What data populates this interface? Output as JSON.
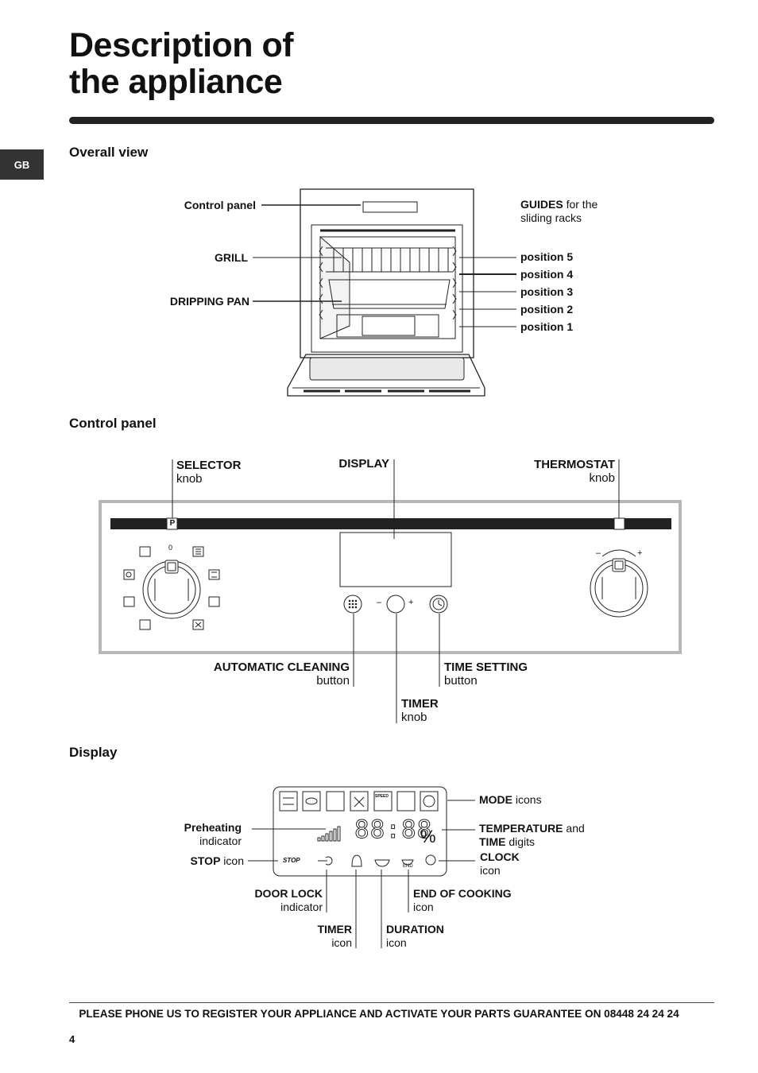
{
  "title": {
    "line1": "Description of",
    "line2": "the appliance"
  },
  "lang_tab": "GB",
  "sections": {
    "overall": "Overall view",
    "control": "Control panel",
    "display": "Display"
  },
  "overall_view": {
    "control_panel": "Control panel",
    "grill": "GRILL",
    "dripping_pan": "DRIPPING PAN",
    "guides_bold": "GUIDES",
    "guides_rest": " for the",
    "guides_line2": "sliding racks",
    "positions": [
      "position 5",
      "position 4",
      "position 3",
      "position 2",
      "position 1"
    ]
  },
  "control_panel": {
    "selector": "SELECTOR",
    "selector_sub": "knob",
    "display": "DISPLAY",
    "thermostat": "THERMOSTAT",
    "thermostat_sub": "knob",
    "auto_cleaning": "AUTOMATIC CLEANING",
    "auto_cleaning_sub": "button",
    "time_setting": "TIME SETTING",
    "time_setting_sub": "button",
    "timer": "TIMER",
    "timer_sub": "knob",
    "p_mark": "P",
    "zero": "0",
    "minus": "–",
    "plus": "+"
  },
  "display_section": {
    "mode_bold": "MODE",
    "mode_rest": " icons",
    "preheating": "Preheating",
    "preheating_sub": "indicator",
    "temp_bold": "TEMPERATURE",
    "temp_and": " and",
    "time_bold": "TIME",
    "time_rest": " digits",
    "stop_bold": "STOP",
    "stop_rest": " icon",
    "clock": "CLOCK",
    "clock_sub": "icon",
    "door_lock": "DOOR LOCK",
    "door_lock_sub": "indicator",
    "end_cooking": "END OF COOKING",
    "end_cooking_sub": "icon",
    "timer": "TIMER",
    "timer_sub": "icon",
    "duration": "DURATION",
    "duration_sub": "icon",
    "lcd_digits": "88:88",
    "lcd_stop": "STOP",
    "lcd_speed": "SPEED",
    "lcd_end": "END"
  },
  "footer": "PLEASE PHONE US TO REGISTER YOUR APPLIANCE AND ACTIVATE YOUR PARTS GUARANTEE ON 08448 24 24 24",
  "page_number": "4"
}
